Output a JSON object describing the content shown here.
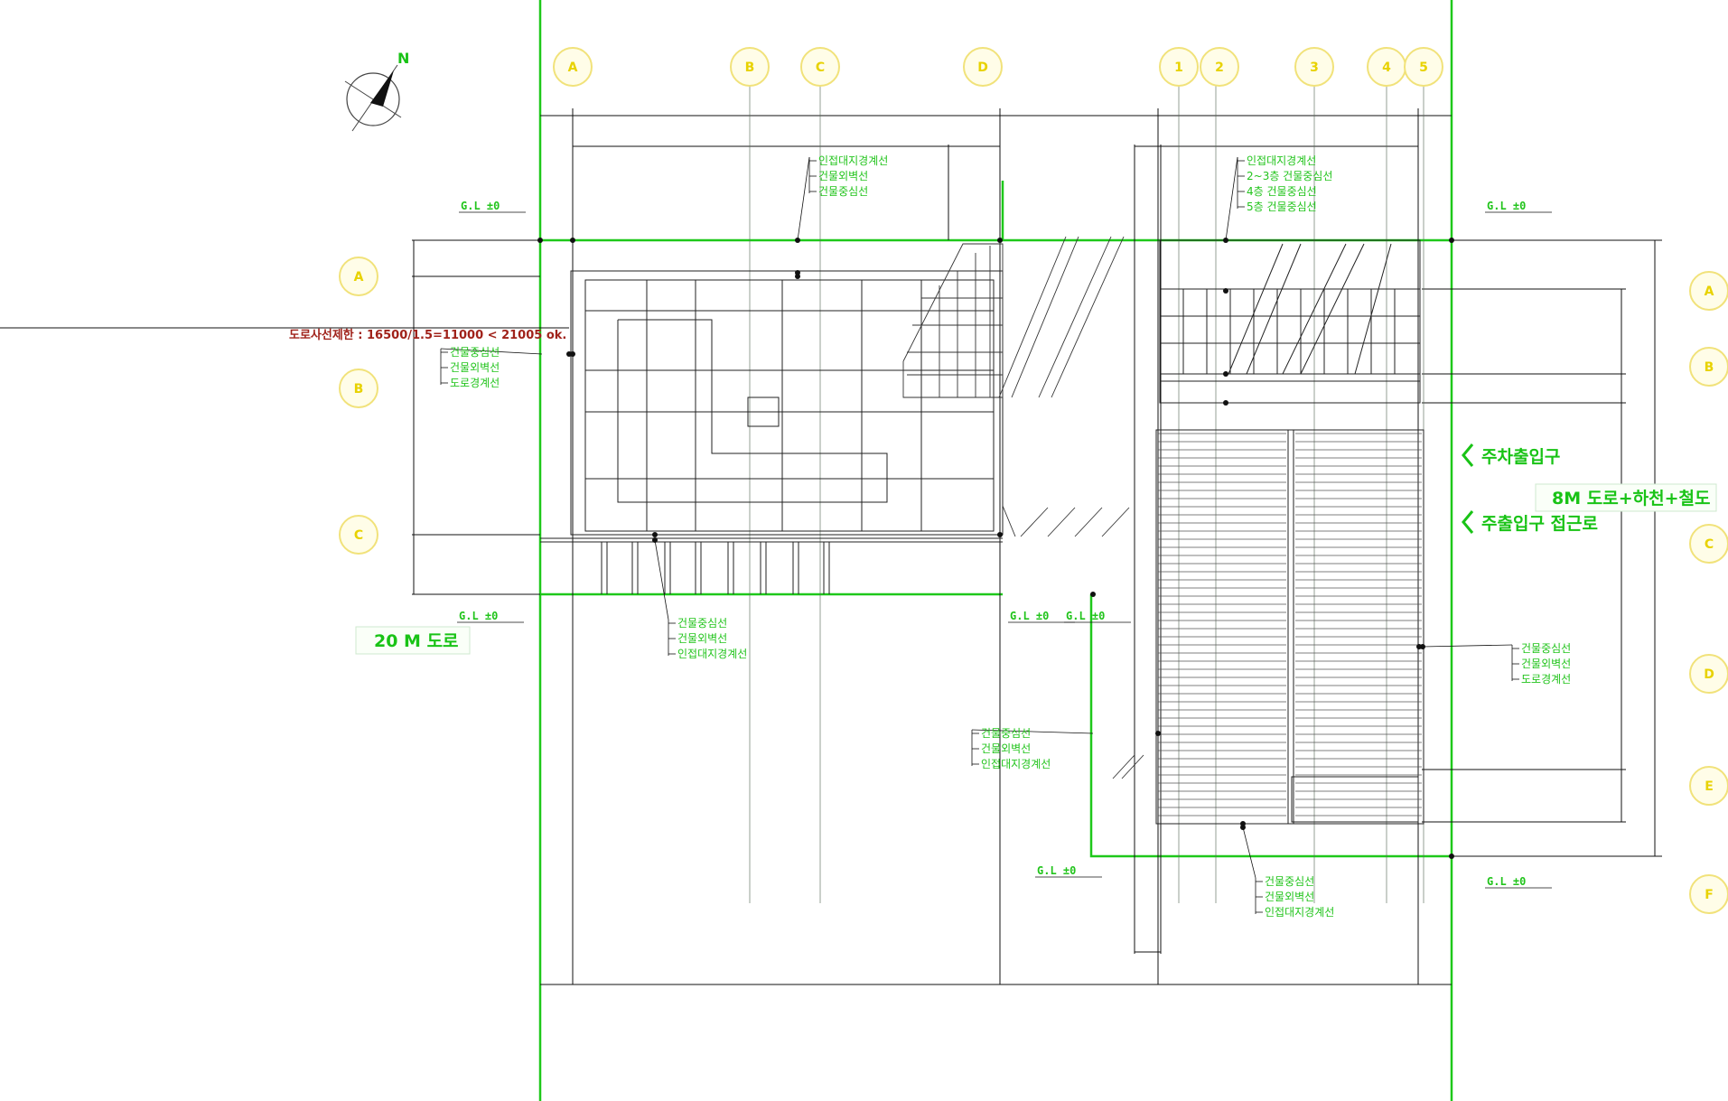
{
  "north_label": "N",
  "column_grid_labels": [
    "A",
    "B",
    "C",
    "D",
    "1",
    "2",
    "3",
    "4",
    "5"
  ],
  "row_grid_labels_left": [
    "A",
    "B",
    "C"
  ],
  "row_grid_labels_right": [
    "A",
    "B",
    "C",
    "D",
    "E",
    "F"
  ],
  "road_setback_note": "도로사선제한 : 16500/1.5=11000 < 21005 ok.",
  "roads": {
    "main_road": "20 M 도로",
    "side_road": "8M 도로+하천+철도"
  },
  "entrances": {
    "parking": "주차출입구",
    "main": "주출입구 접근로"
  },
  "ground_levels": [
    "G.L ±0",
    "G.L ±0",
    "G.L ±0",
    "G.L ±0",
    "G.L ±0",
    "G.L ±0",
    "G.L ±0"
  ],
  "notes": {
    "top_center": [
      "인접대지경계선",
      "건물외벽선",
      "건물중심선"
    ],
    "top_right": [
      "인접대지경계선",
      "2~3층 건물중심선",
      "4층 건물중심선",
      "5층 건물중심선"
    ],
    "left_mid": [
      "건물중심선",
      "건물외벽선",
      "도로경계선"
    ],
    "bottom_left": [
      "건물중심선",
      "건물외벽선",
      "인접대지경계선"
    ],
    "right_mid": [
      "건물중심선",
      "건물외벽선",
      "도로경계선"
    ],
    "bottom_center": [
      "건물중심선",
      "건물외벽선",
      "인접대지경계선"
    ],
    "bottom_right": [
      "건물중심선",
      "건물외벽선",
      "인접대지경계선"
    ]
  },
  "colors": {
    "boundary_green": "#1ec81a",
    "dimension_black": "#111111",
    "grid_yellow": "#e8d200",
    "note_green": "#22c41c",
    "setback_red": "#a0221a"
  }
}
